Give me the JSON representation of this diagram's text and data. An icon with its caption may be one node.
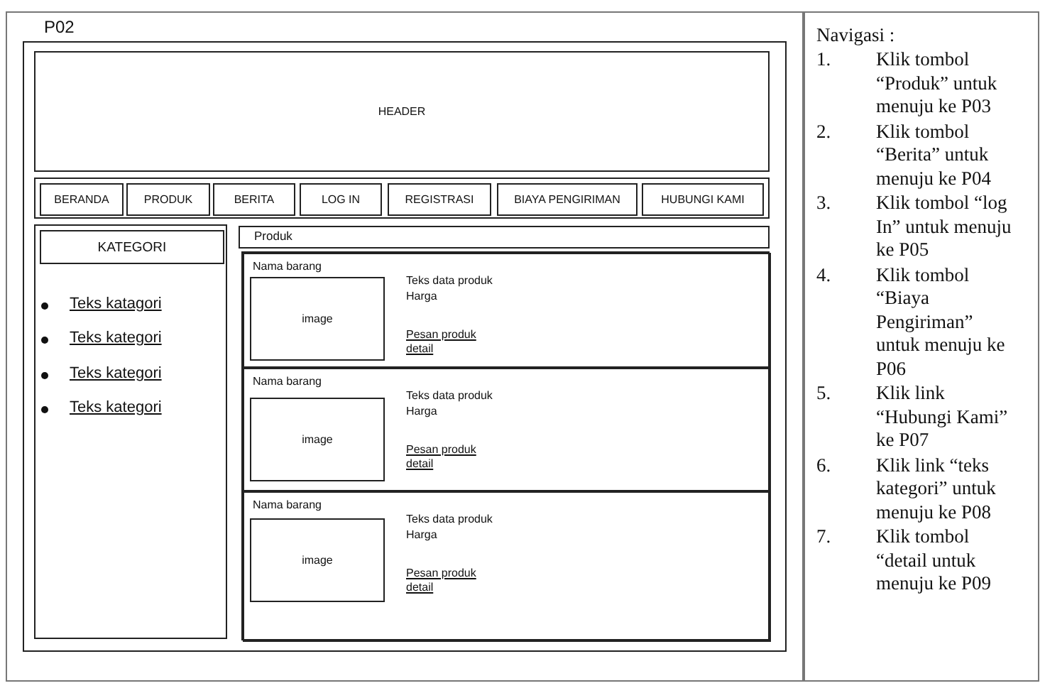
{
  "diagram": {
    "nodes": [
      {
        "text": [
          "P02"
        ]
      },
      {
        "text": [],
        "shape": "box",
        "in": 0
      },
      {
        "text": [
          "HEADER"
        ],
        "in": 1
      },
      {
        "text": [],
        "shape": "box",
        "in": 1
      },
      {
        "text": [
          "BERANDA"
        ],
        "in": 3
      },
      {
        "text": [
          "PRODUK"
        ],
        "in": 3
      },
      {
        "text": [
          "BERITA"
        ],
        "in": 3
      },
      {
        "text": [
          "LOG IN"
        ],
        "in": 3
      },
      {
        "text": [
          "REGISTRASI"
        ],
        "in": 3
      },
      {
        "text": [
          "BIAYA PENGIRIMAN"
        ],
        "in": 3
      },
      {
        "text": [
          "HUBUNGI KAMI"
        ],
        "in": 3
      },
      {
        "text": [],
        "shape": "box",
        "in": 1
      },
      {
        "text": [
          "KATEGORI"
        ],
        "in": 11
      },
      {
        "text": [
          "Produk"
        ],
        "in": 1
      },
      {
        "text": [],
        "shape": "box",
        "in": 1
      },
      {
        "text": [
          "Nama barang",
          "Teks data produk",
          "Harga",
          "Pesan produk",
          "detail"
        ],
        "in": 14
      },
      {
        "text": [
          "image"
        ],
        "in": 15
      },
      {
        "text": [
          "Nama barang",
          "Teks data produk",
          "Harga",
          "Pesan produk",
          "detail"
        ],
        "in": 14
      },
      {
        "text": [
          "image"
        ],
        "in": 17
      },
      {
        "text": [
          "Nama barang",
          "Teks data produk",
          "Harga",
          "Pesan produk",
          "detail"
        ],
        "in": 14
      },
      {
        "text": [
          "image"
        ],
        "in": 19
      },
      {
        "text": [
          "Navigasi :",
          "1.",
          "Klik tombol “Produk” untuk menuju ke P03",
          "2.",
          "Klik tombol “Berita” untuk menuju ke P04",
          "3.",
          "Klik tombol “log In” untuk menuju ke P05",
          "4.",
          "Klik tombol “Biaya Pengiriman” untuk menuju ke P06",
          "5.",
          "Klik link “Hubungi Kami” ke P07",
          "6.",
          "Klik link “teks kategori” untuk menuju ke P08",
          "7.",
          "Klik tombol “detail untuk menuju ke P09"
        ]
      }
    ],
    "labels": [
      "Teks katagori",
      "Teks kategori",
      "Teks kategori",
      "Teks kategori"
    ]
  }
}
